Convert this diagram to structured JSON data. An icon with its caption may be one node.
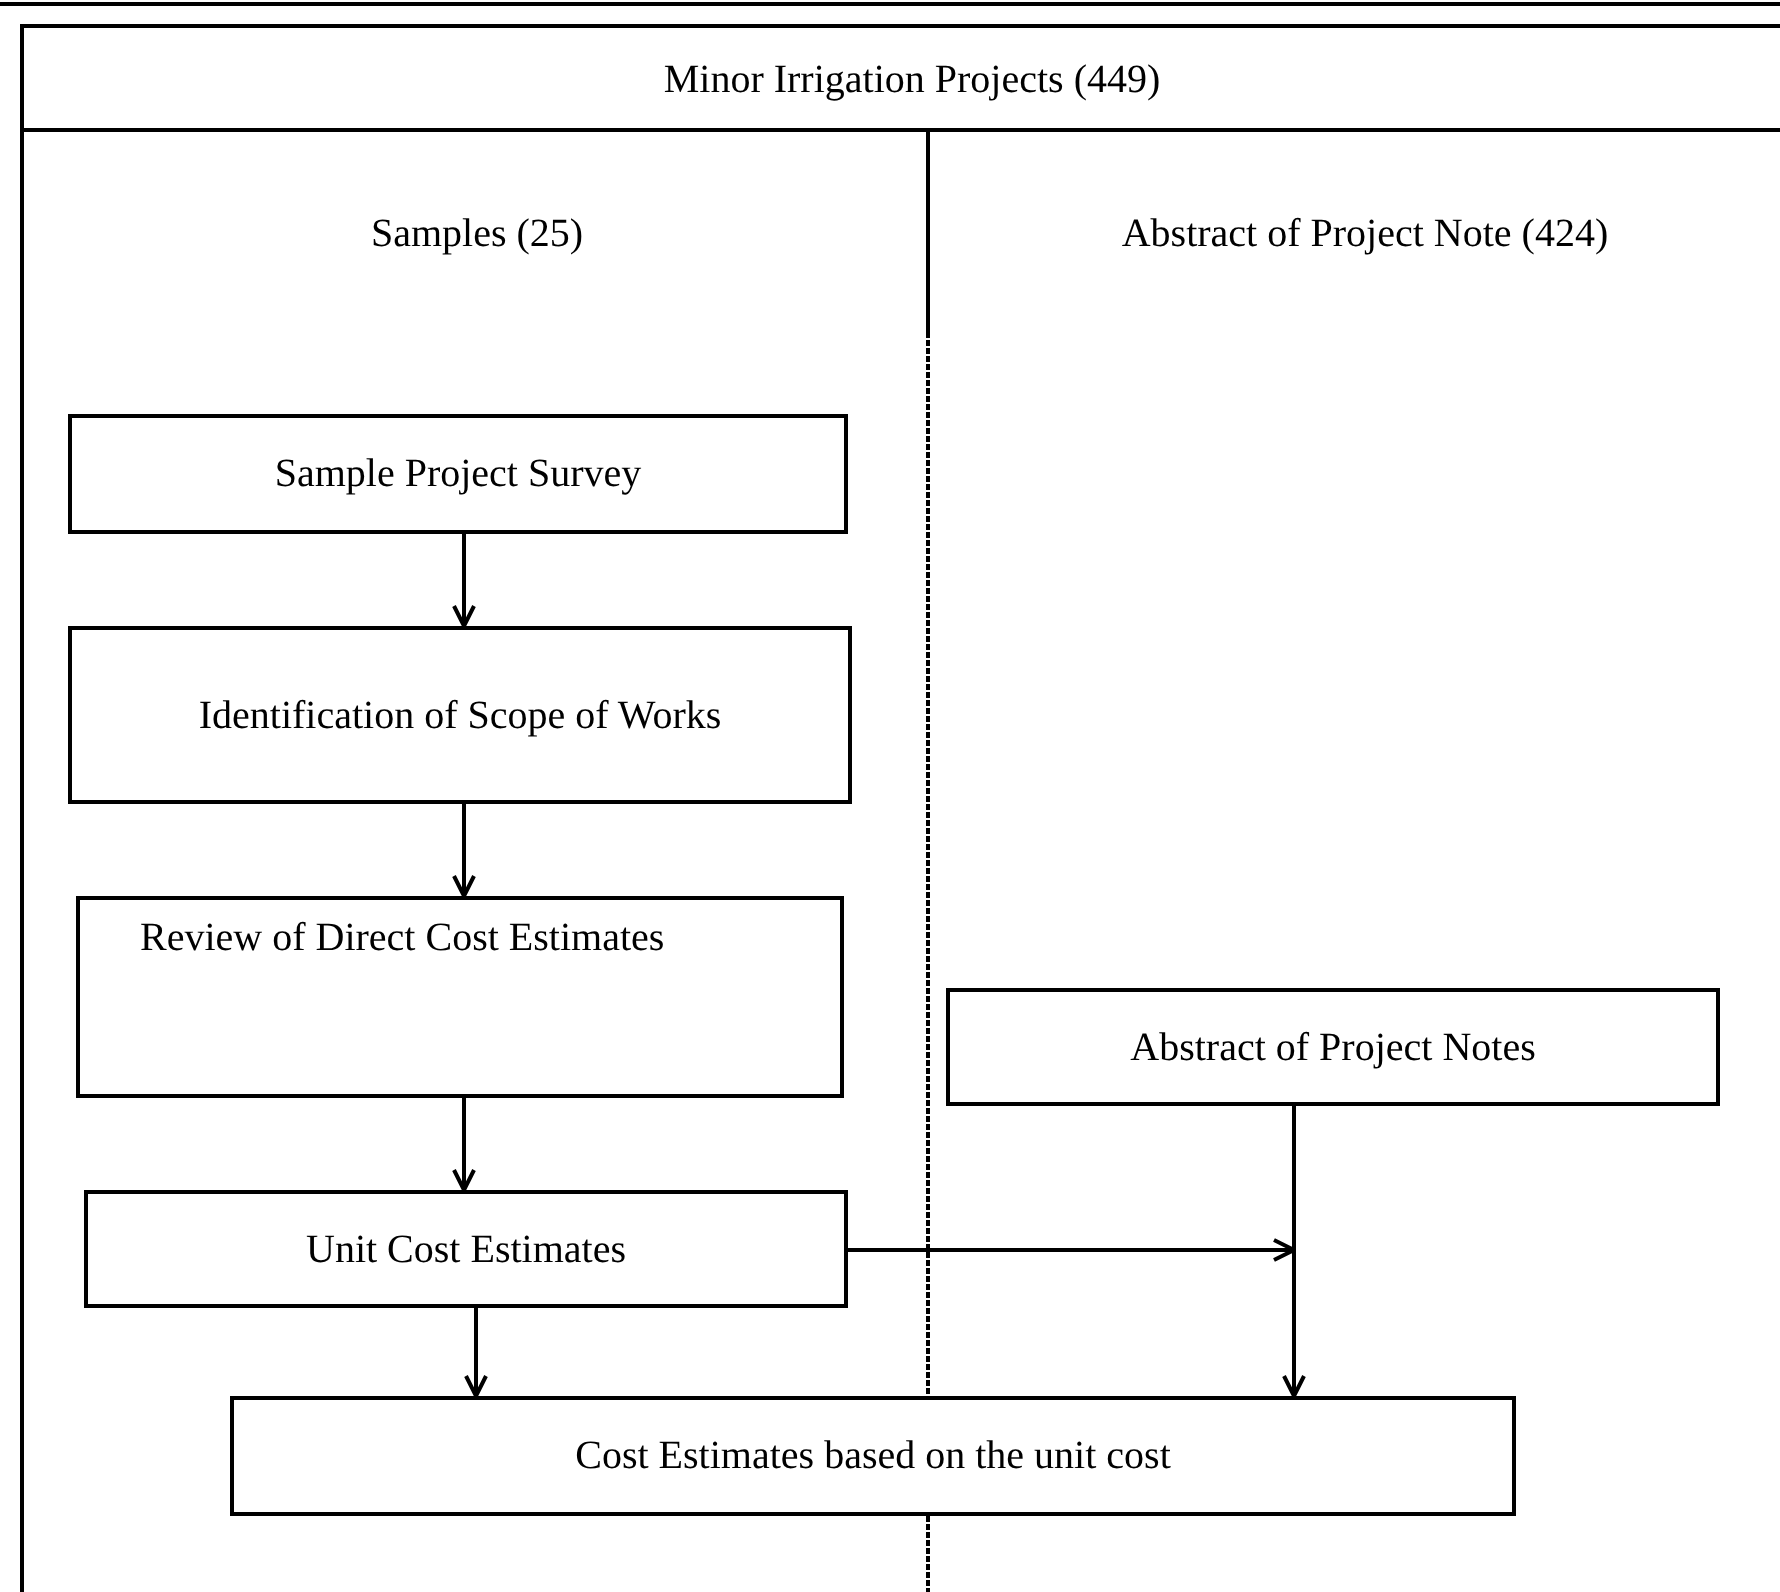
{
  "diagram": {
    "nodes": [
      {
        "text": [
          "Minor Irrigation Projects (449)"
        ]
      },
      {
        "text": [
          "Samples (25)"
        ]
      },
      {
        "text": [
          "Abstract of Project Note (424)"
        ]
      },
      {
        "text": [
          "Sample Project Survey"
        ]
      },
      {
        "text": [
          "Identification of  Scope of Works"
        ]
      },
      {
        "text": [
          "Review of Direct Cost Estimates"
        ]
      },
      {
        "text": [
          "Unit Cost Estimates"
        ]
      },
      {
        "text": [
          "Cost Estimates based on the unit cost"
        ]
      },
      {
        "text": [
          "Abstract of Project Notes"
        ]
      }
    ],
    "edges": [
      {
        "from": 3,
        "to": 4,
        "arrow": "to"
      },
      {
        "from": 4,
        "to": 5,
        "arrow": "to"
      },
      {
        "from": 5,
        "to": 6,
        "arrow": "to"
      },
      {
        "from": 6,
        "to": 7,
        "arrow": "to"
      },
      {
        "from": 6,
        "to": null,
        "arrow": "to"
      },
      {
        "from": 8,
        "to": 7,
        "arrow": "to"
      }
    ]
  }
}
